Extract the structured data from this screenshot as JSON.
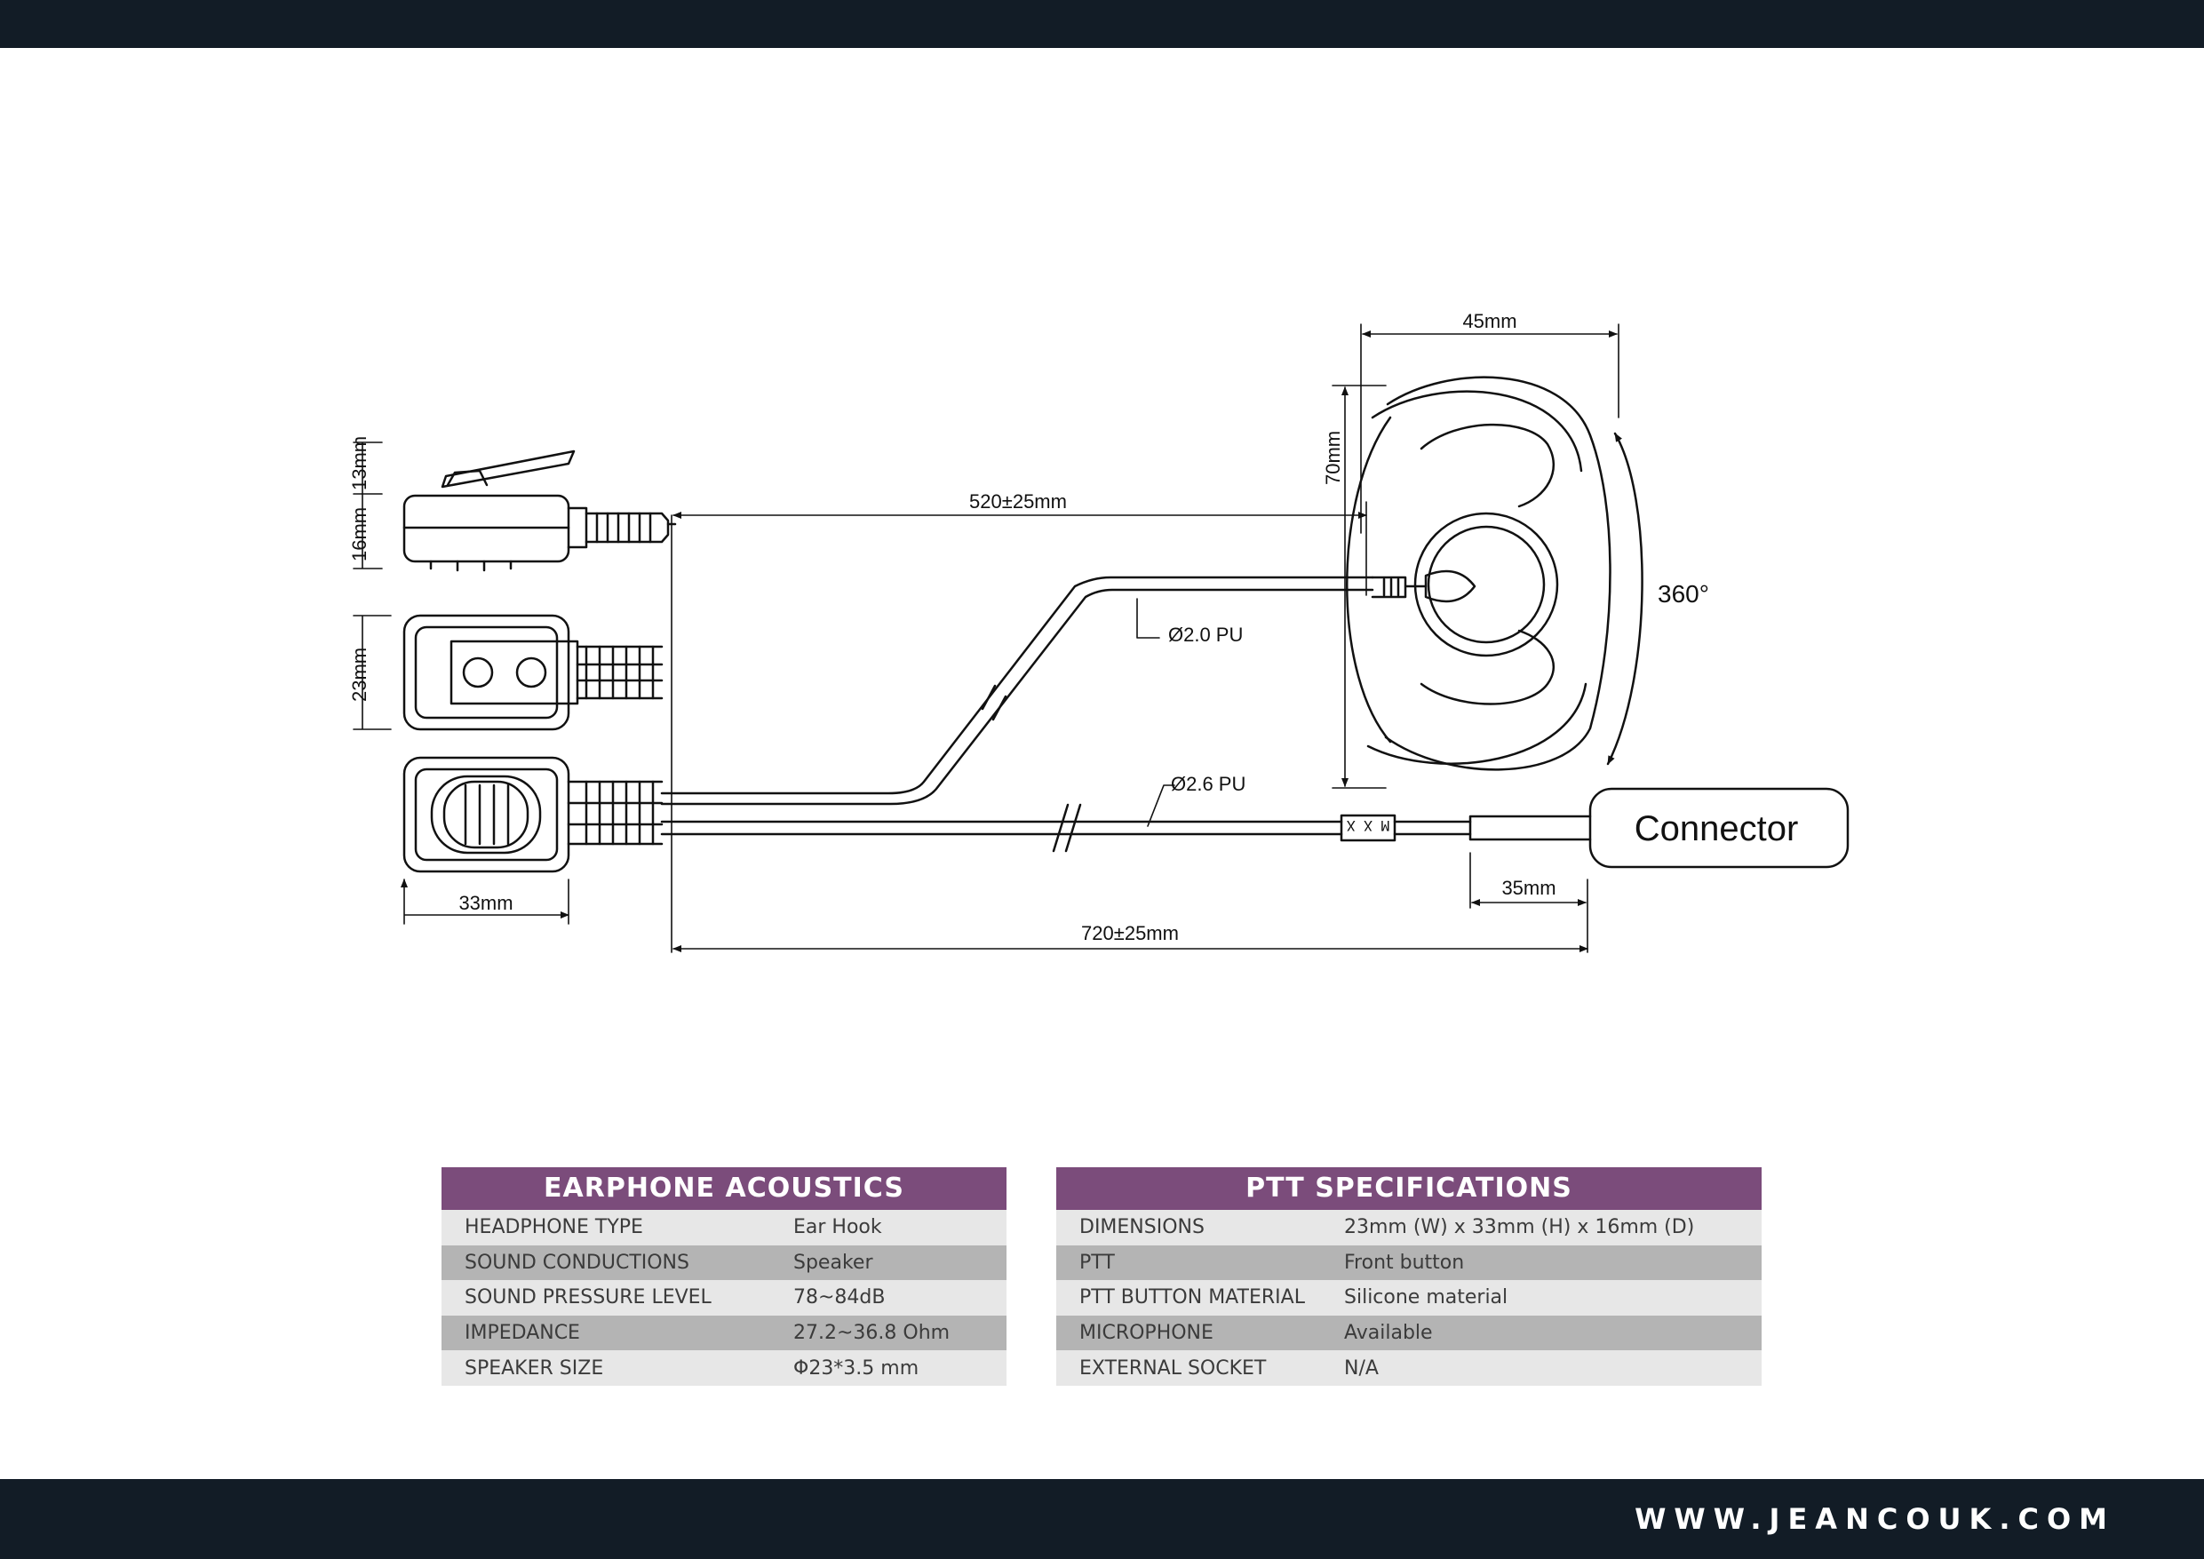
{
  "diagram": {
    "dimensions": {
      "clip_height": "13mm",
      "ptt_depth": "16mm",
      "ptt_width": "23mm",
      "ptt_height": "33mm",
      "earhook_width": "45mm",
      "earhook_height": "70mm",
      "upper_cable_length": "520±25mm",
      "total_cable_length": "720±25mm",
      "connector_length": "35mm"
    },
    "labels": {
      "upper_cable": "Ø2.0 PU",
      "lower_cable": "Ø2.6 PU",
      "rotation": "360°",
      "connector": "Connector",
      "model_marker": "M X X"
    }
  },
  "tables": {
    "acoustics": {
      "title": "EARPHONE ACOUSTICS",
      "rows": [
        {
          "label": "HEADPHONE TYPE",
          "value": "Ear Hook"
        },
        {
          "label": "SOUND CONDUCTIONS",
          "value": "Speaker"
        },
        {
          "label": "SOUND PRESSURE LEVEL",
          "value": "78~84dB"
        },
        {
          "label": "IMPEDANCE",
          "value": "27.2~36.8 Ohm"
        },
        {
          "label": "SPEAKER SIZE",
          "value": "Φ23*3.5 mm"
        }
      ]
    },
    "ptt": {
      "title": "PTT SPECIFICATIONS",
      "rows": [
        {
          "label": "DIMENSIONS",
          "value": "23mm (W) x 33mm (H) x 16mm (D)"
        },
        {
          "label": "PTT",
          "value": "Front button"
        },
        {
          "label": "PTT BUTTON MATERIAL",
          "value": "Silicone material"
        },
        {
          "label": "MICROPHONE",
          "value": "Available"
        },
        {
          "label": "EXTERNAL SOCKET",
          "value": "N/A"
        }
      ]
    }
  },
  "footer": {
    "website": "WWW.JEANCOUK.COM"
  },
  "colors": {
    "bar": "#121c26",
    "table_header": "#7b4c7b",
    "row_light": "#e7e7e7",
    "row_dark": "#b4b4b4"
  }
}
